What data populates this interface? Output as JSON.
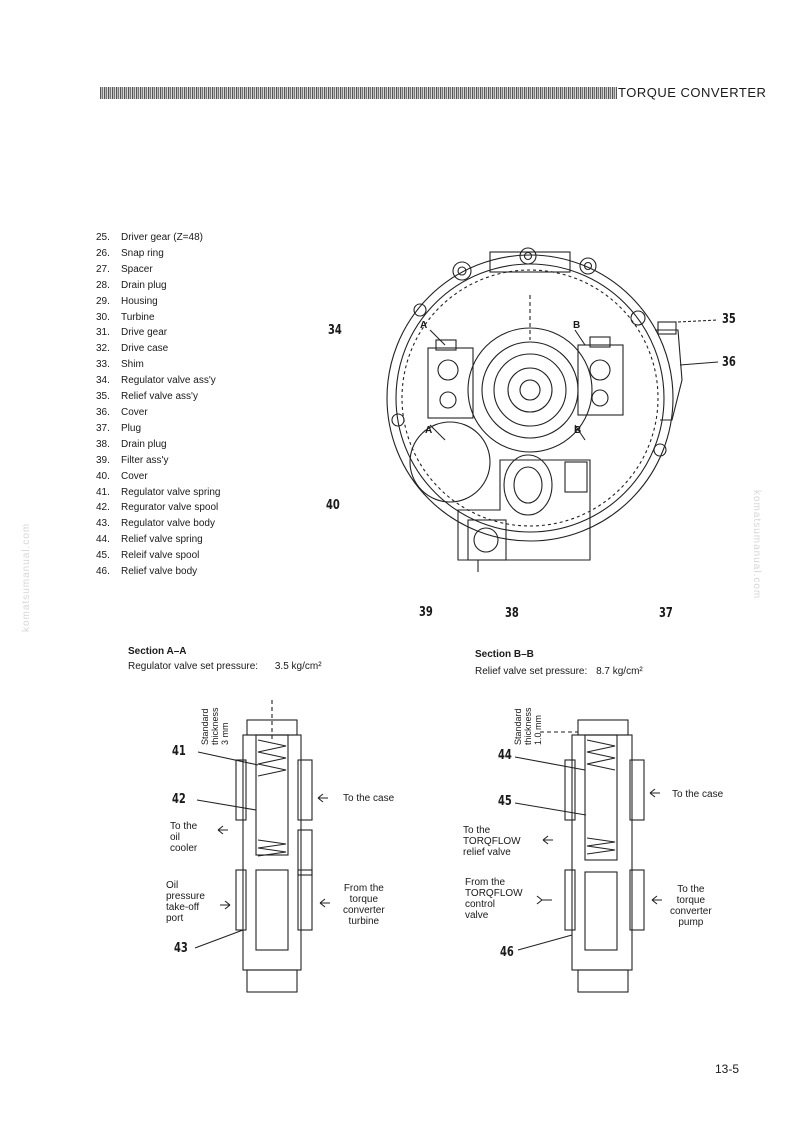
{
  "header": {
    "title": "TORQUE CONVERTER"
  },
  "parts": [
    {
      "num": "25.",
      "name": "Driver gear (Z=48)"
    },
    {
      "num": "26.",
      "name": "Snap ring"
    },
    {
      "num": "27.",
      "name": "Spacer"
    },
    {
      "num": "28.",
      "name": "Drain plug"
    },
    {
      "num": "29.",
      "name": "Housing"
    },
    {
      "num": "30.",
      "name": "Turbine"
    },
    {
      "num": "31.",
      "name": "Drive gear"
    },
    {
      "num": "32.",
      "name": "Drive case"
    },
    {
      "num": "33.",
      "name": "Shim"
    },
    {
      "num": "34.",
      "name": "Regulator valve ass'y"
    },
    {
      "num": "35.",
      "name": "Relief valve ass'y"
    },
    {
      "num": "36.",
      "name": "Cover"
    },
    {
      "num": "37.",
      "name": "Plug"
    },
    {
      "num": "38.",
      "name": "Drain plug"
    },
    {
      "num": "39.",
      "name": "Filter ass'y"
    },
    {
      "num": "40.",
      "name": "Cover"
    },
    {
      "num": "41.",
      "name": "Regulator valve spring"
    },
    {
      "num": "42.",
      "name": "Regurator valve spool"
    },
    {
      "num": "43.",
      "name": "Regulator valve body"
    },
    {
      "num": "44.",
      "name": "Relief valve spring"
    },
    {
      "num": "45.",
      "name": "Releif valve spool"
    },
    {
      "num": "46.",
      "name": "Relief valve body"
    }
  ],
  "main_view": {
    "callouts": {
      "c34": "34",
      "c35": "35",
      "c36": "36",
      "c40": "40",
      "c39": "39",
      "c38": "38",
      "c37": "37"
    },
    "section_marks": {
      "a_top": "A",
      "a_bottom": "A",
      "b_top": "B",
      "b_bottom": "B"
    }
  },
  "section_aa": {
    "title": "Section A–A",
    "subtitle_label": "Regulator valve set pressure:",
    "subtitle_value": "3.5 kg/cm²",
    "standard_thickness": [
      "Standard",
      "thickness",
      "3 mm"
    ],
    "callouts": {
      "c41": "41",
      "c42": "42",
      "c43": "43"
    },
    "labels": {
      "to_case": "To the case",
      "to_oil_cooler": [
        "To the",
        "oil",
        "cooler"
      ],
      "oil_pressure_port": [
        "Oil",
        "pressure",
        "take-off",
        "port"
      ],
      "from_turbine": [
        "From the",
        "torque",
        "converter",
        "turbine"
      ]
    }
  },
  "section_bb": {
    "title": "Section B–B",
    "subtitle_label": "Relief valve set pressure:",
    "subtitle_value": "8.7 kg/cm²",
    "standard_thickness": [
      "Standard",
      "thickness",
      "1.0 mm"
    ],
    "callouts": {
      "c44": "44",
      "c45": "45",
      "c46": "46"
    },
    "labels": {
      "to_case": "To the case",
      "to_torqflow_relief": [
        "To the",
        "TORQFLOW",
        "relief valve"
      ],
      "from_torqflow_control": [
        "From the",
        "TORQFLOW",
        "control",
        "valve"
      ],
      "to_pump": [
        "To the",
        "torque",
        "converter",
        "pump"
      ]
    }
  },
  "watermark": "komatsumanual.com",
  "page_number": "13-5"
}
